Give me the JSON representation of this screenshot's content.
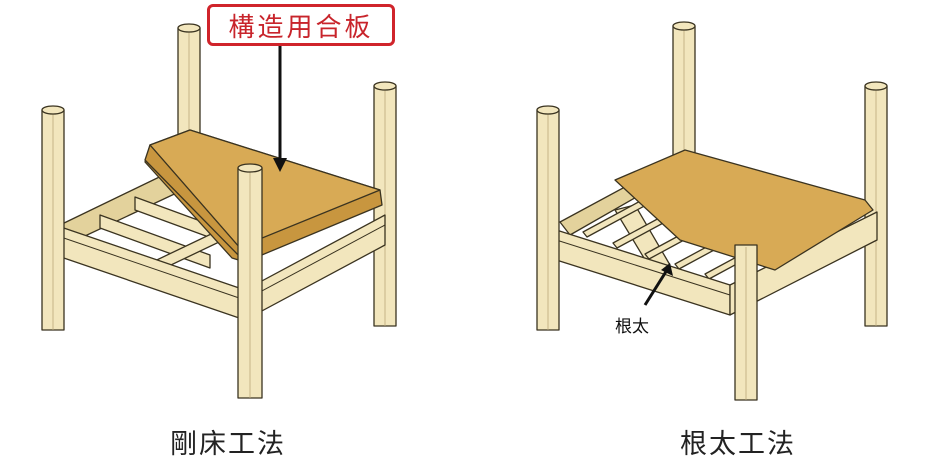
{
  "figure": {
    "left": {
      "caption": "剛床工法",
      "callout": "構造用合板",
      "component": "structural plywood sheet on beam frame"
    },
    "right": {
      "caption": "根太工法",
      "callout": "根太",
      "component": "floor board on joists"
    }
  },
  "colors": {
    "timber": "#f2e6bd",
    "timber_shade": "#e3d29c",
    "outline": "#3a3320",
    "plywood": "#d8aa55",
    "plywood_edge": "#c8963f",
    "callout_red": "#d0242b",
    "caption_text": "#222222"
  }
}
